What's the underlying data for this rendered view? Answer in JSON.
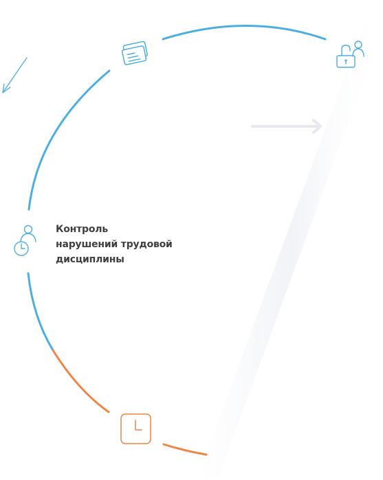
{
  "colors": {
    "blue": "#4aaee0",
    "orange": "#f08445",
    "arrow_gray": "#e7e9ef",
    "label": "#3f3f3f"
  },
  "nodes": [
    {
      "icon": "id-cards-icon"
    },
    {
      "icon": "unlock-user-icon"
    },
    {
      "icon": "user-clock-icon",
      "label_lines": [
        "Контроль",
        "нарушений трудовой",
        "дисциплины"
      ]
    },
    {
      "icon": "clock-icon"
    }
  ]
}
